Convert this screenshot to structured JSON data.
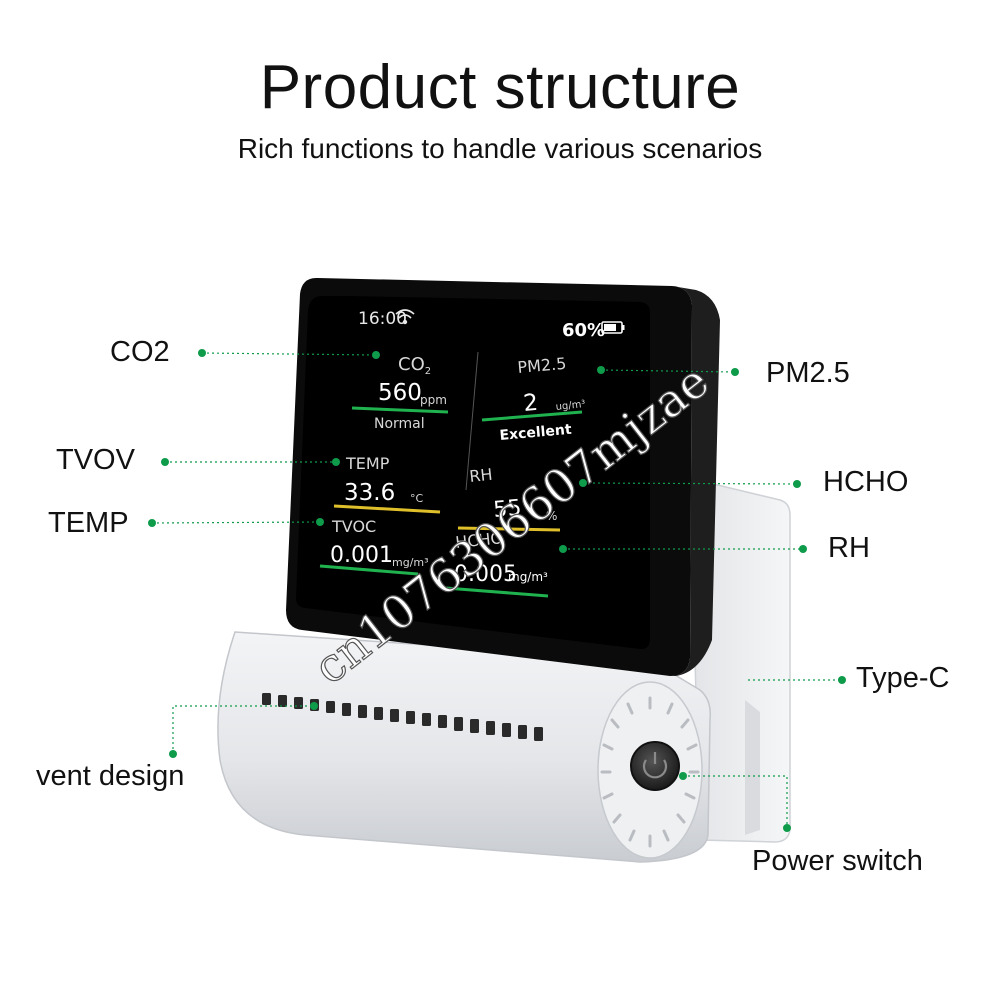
{
  "header": {
    "title": "Product structure",
    "subtitle": "Rich functions to handle various scenarios"
  },
  "callouts": {
    "co2": "CO2",
    "tvov": "TVOV",
    "temp": "TEMP",
    "vent": "vent design",
    "pm25": "PM2.5",
    "hcho": "HCHO",
    "rh": "RH",
    "typec": "Type-C",
    "power": "Power switch"
  },
  "screen": {
    "time": "16:00",
    "battery": "60%",
    "co2": {
      "label": "CO",
      "sub": "2",
      "value": "560",
      "unit": "ppm",
      "status": "Normal"
    },
    "pm25": {
      "label": "PM2.5",
      "value": "2",
      "unit": "ug/m³",
      "status": "Excellent"
    },
    "temp": {
      "label": "TEMP",
      "value": "33.6",
      "unit": "°C"
    },
    "rh": {
      "label": "RH",
      "value": "55",
      "unit": "%"
    },
    "tvoc": {
      "label": "TVOC",
      "value": "0.001",
      "unit": "mg/m³"
    },
    "hcho": {
      "label": "HCHO",
      "value": "0.005",
      "unit": "mg/m³"
    }
  },
  "watermark": "cn1076306607mjzae",
  "colors": {
    "accent": "#0e9b4a",
    "screen": "#000000",
    "body": "#e4e6e9"
  }
}
